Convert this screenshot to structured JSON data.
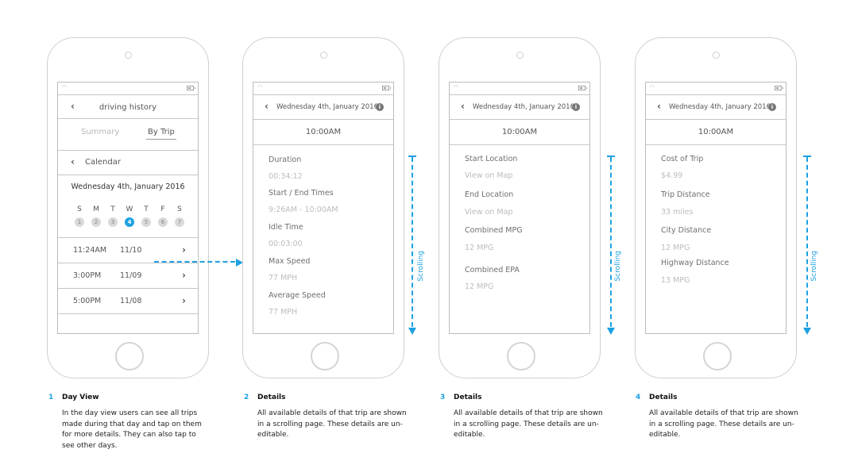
{
  "phone1": {
    "header_title": "driving history",
    "tabs": [
      "Summary",
      "By Trip"
    ],
    "active_tab": "By Trip",
    "calendar_label": "Calendar",
    "date": "Wednesday 4th, January 2016",
    "weekdays": [
      "S",
      "M",
      "T",
      "W",
      "T",
      "F",
      "S"
    ],
    "days": [
      "1",
      "2",
      "3",
      "4",
      "5",
      "6",
      "7"
    ],
    "selected_day": "4",
    "trips": [
      {
        "time": "11:24AM",
        "date": "11/10"
      },
      {
        "time": "3:00PM",
        "date": "11/09"
      },
      {
        "time": "5:00PM",
        "date": "11/08"
      }
    ]
  },
  "detail_header": {
    "date": "Wednesday 4th, January 2016",
    "time": "10:00AM"
  },
  "phone2": {
    "details": [
      {
        "label": "Duration",
        "value": "00:34:12"
      },
      {
        "label": "Start / End Times",
        "value": "9:26AM - 10:00AM"
      },
      {
        "label": "Idle Time",
        "value": "00:03:00"
      },
      {
        "label": "Max Speed",
        "value": "77 MPH"
      },
      {
        "label": "Average Speed",
        "value": "77 MPH"
      }
    ]
  },
  "phone3": {
    "details": [
      {
        "label": "Start Location",
        "value": "View on Map"
      },
      {
        "label": "End Location",
        "value": "View on Map"
      },
      {
        "label": "Combined MPG",
        "value": "12 MPG"
      },
      {
        "label": "Combined EPA",
        "value": "12 MPG"
      }
    ]
  },
  "phone4": {
    "details": [
      {
        "label": "Cost of Trip",
        "value": "$4.99"
      },
      {
        "label": "Trip Distance",
        "value": "33 miles"
      },
      {
        "label": "City Distance",
        "value": "12 MPG"
      },
      {
        "label": "Highway Distance",
        "value": "13 MPG"
      }
    ]
  },
  "scroll_label": "Scrolling",
  "captions": [
    {
      "num": "1",
      "title": "Day View",
      "text": "In the day view users can see all trips made during that day and tap on them for more details. They can also tap to see other days."
    },
    {
      "num": "2",
      "title": "Details",
      "text": "All available details of that trip are shown in a scrolling page. These details are un-editable."
    },
    {
      "num": "3",
      "title": "Details",
      "text": "All available details of that trip are shown in a scrolling page. These details are un-editable."
    },
    {
      "num": "4",
      "title": "Details",
      "text": "All available details of that trip are shown in a scrolling page. These details are un-editable."
    }
  ],
  "colors": {
    "accent": "#1da1e2",
    "outline": "#cfcfcf",
    "muted_text": "#bcbcbc"
  }
}
